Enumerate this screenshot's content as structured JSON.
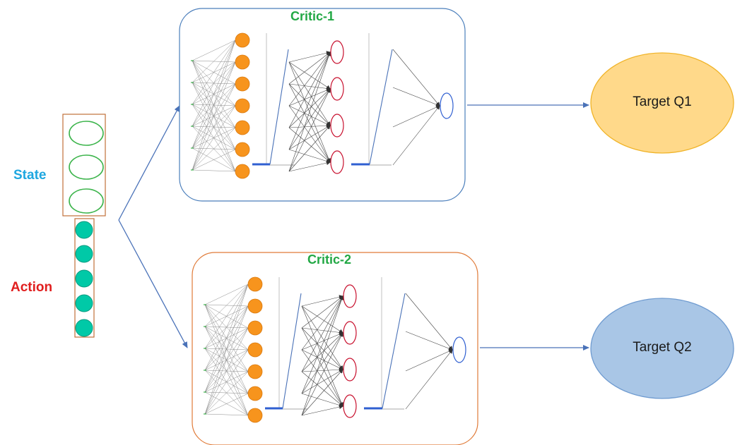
{
  "labels": {
    "state": "State",
    "action": "Action"
  },
  "critics": [
    {
      "title": "Critic-1",
      "border_color": "#4a7ebb"
    },
    {
      "title": "Critic-2",
      "border_color": "#e07b39"
    }
  ],
  "targets": [
    {
      "label": "Target Q1",
      "fill": "#ffd98a",
      "stroke": "#f0b429"
    },
    {
      "label": "Target Q2",
      "fill": "#a9c6e6",
      "stroke": "#6f9bd0"
    }
  ],
  "colors": {
    "state_label": "#1ea7e0",
    "action_label": "#e01e1e",
    "critic_title": "#22a844",
    "state_node": "#3cb44b",
    "action_node": "#00c9a7",
    "hidden1_node": "#f7941d",
    "hidden2_node": "#c8102e",
    "output_node": "#2f5fd1",
    "arrow": "#4a72b8",
    "input_group_border": "#c0703a"
  },
  "network": {
    "input_count": 6,
    "hidden1_count": 7,
    "hidden2_count": 4,
    "output_count": 1
  }
}
